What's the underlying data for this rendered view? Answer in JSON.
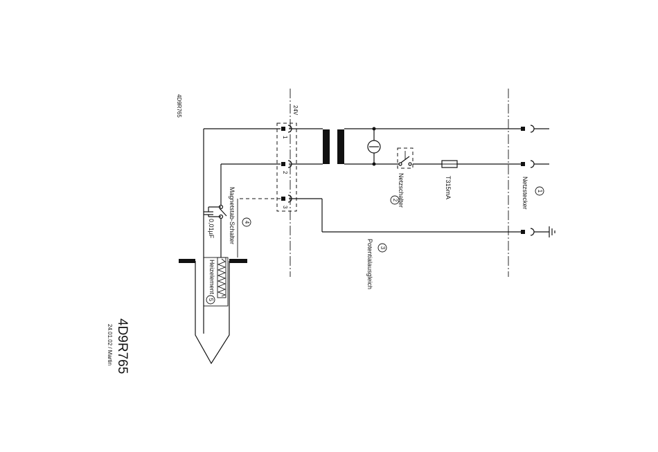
{
  "diagram": {
    "ref_small": "4D9R765",
    "ref_large": "4D9R765",
    "date_author": "24.01.02 / Martin",
    "voltage": "24V",
    "terminals": [
      "1",
      "2",
      "3"
    ],
    "labels": {
      "netzstecker": "Netzstecker",
      "netzschalter": "Netzschalter",
      "fuse": "T315mA",
      "potentialausgleich": "Potentialausgleich",
      "magnetstab_schalter": "Magnetstab-Schalter",
      "capacitor": "0,01µF",
      "heizelement": "Heizelement"
    },
    "callouts": {
      "netzstecker": "1",
      "netzschalter": "2",
      "potentialausgleich": "3",
      "magnetstab_schalter": "4",
      "heizelement": "5"
    }
  }
}
